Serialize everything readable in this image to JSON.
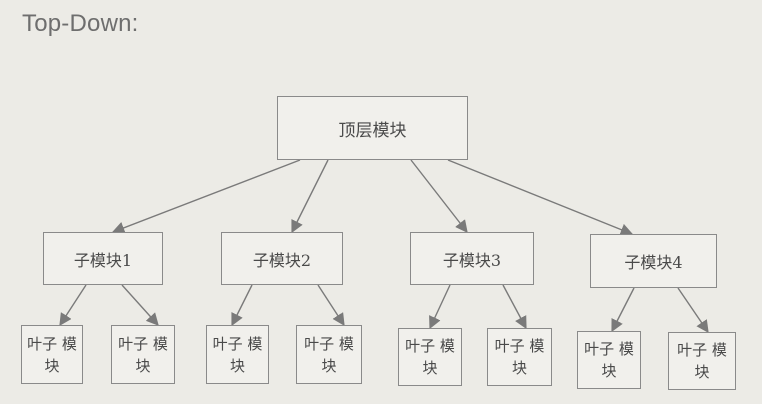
{
  "title": "Top-Down:",
  "colors": {
    "background": "#ecebe6",
    "box_border": "#8a8a8a",
    "text": "#4a4a4a",
    "edge": "#7a7a7a"
  },
  "diagram": {
    "root": {
      "label": "顶层模块"
    },
    "children": [
      {
        "label": "子模块1",
        "leaves": [
          {
            "label": "叶子 模块"
          },
          {
            "label": "叶子 模块"
          }
        ]
      },
      {
        "label": "子模块2",
        "leaves": [
          {
            "label": "叶子 模块"
          },
          {
            "label": "叶子 模块"
          }
        ]
      },
      {
        "label": "子模块3",
        "leaves": [
          {
            "label": "叶子 模块"
          },
          {
            "label": "叶子 模块"
          }
        ]
      },
      {
        "label": "子模块4",
        "leaves": [
          {
            "label": "叶子 模块"
          },
          {
            "label": "叶子 模块"
          }
        ]
      }
    ]
  }
}
